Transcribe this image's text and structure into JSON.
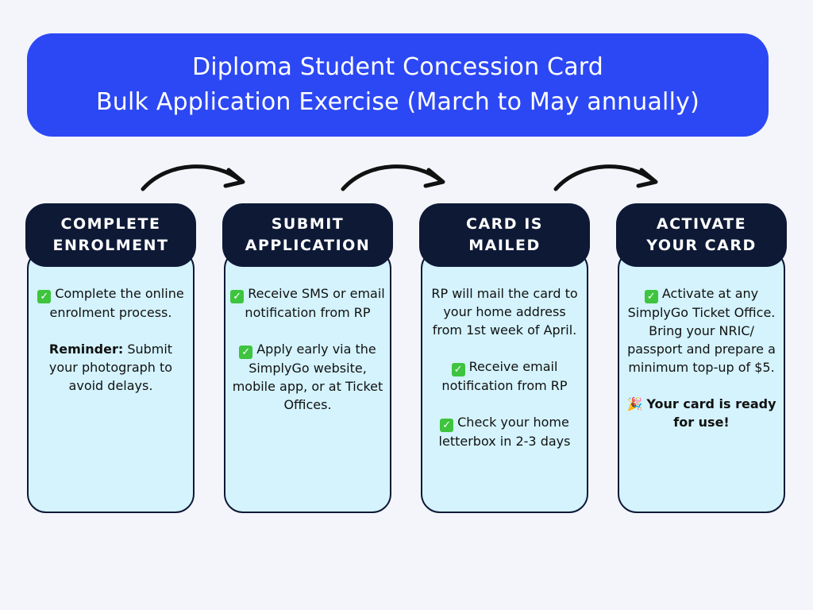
{
  "banner": {
    "line1": "Diploma Student Concession Card",
    "line2": "Bulk Application Exercise (March to May annually)"
  },
  "steps": [
    {
      "title_line1": "COMPLETE",
      "title_line2": "ENROLMENT",
      "items": [
        {
          "icon": "check-icon",
          "text": "Complete the online enrolment process."
        },
        {
          "bold": "Reminder:",
          "text": " Submit your photograph to avoid delays."
        }
      ]
    },
    {
      "title_line1": "SUBMIT",
      "title_line2": "APPLICATION",
      "items": [
        {
          "icon": "check-icon",
          "text": "Receive SMS or email notification from RP"
        },
        {
          "icon": "check-icon",
          "text": "Apply early via the SimplyGo website, mobile app, or at Ticket Offices."
        }
      ]
    },
    {
      "title_line1": "CARD IS",
      "title_line2": "MAILED",
      "items": [
        {
          "text": "RP will mail the card to your home address from 1st week of April."
        },
        {
          "icon": "check-icon",
          "text": "Receive email notification from RP"
        },
        {
          "icon": "check-icon",
          "text": "Check your home letterbox in 2-3 days"
        }
      ]
    },
    {
      "title_line1": "ACTIVATE",
      "title_line2": "YOUR CARD",
      "items": [
        {
          "icon": "check-icon",
          "text": "Activate at any SimplyGo Ticket Office. Bring your NRIC/ passport and prepare a minimum top-up of $5."
        },
        {
          "icon": "party-popper-icon",
          "bold": "Your card is ready for use!"
        }
      ]
    }
  ],
  "colors": {
    "background": "#f3f5fb",
    "banner": "#2c48f4",
    "pill": "#0e1936",
    "card": "#d4f3fd",
    "check": "#3ec43e"
  }
}
